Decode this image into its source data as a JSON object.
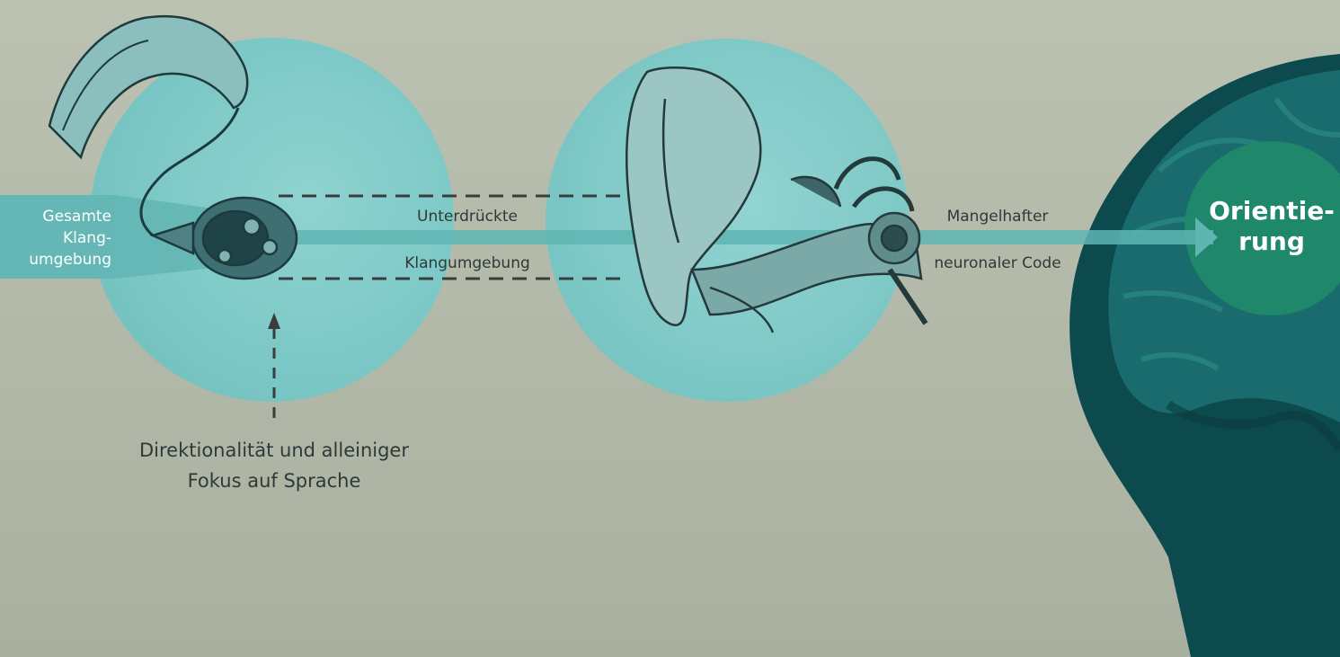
{
  "diagram": {
    "input_label": "Gesamte Klang-umgebung",
    "input_lines": [
      "Gesamte",
      "Klang-",
      "umgebung"
    ],
    "suppressed_label_line1": "Unterdrückte",
    "suppressed_label_line2": "Klangumgebung",
    "code_label_line1": "Mangelhafter",
    "code_label_line2": "neuronaler Code",
    "direction_label_line1": "Direktionalität und alleiniger",
    "direction_label_line2": "Fokus auf Sprache",
    "brain_label_lines": [
      "Orientie-",
      "rung"
    ]
  },
  "icons": {
    "hearing_aid": "hearing-aid-icon",
    "ear": "ear-anatomy-icon",
    "brain": "brain-head-icon"
  },
  "colors": {
    "background": "#b7bcad",
    "circle_teal": "#7cc8c6",
    "flow_teal": "#5fb5b2",
    "brain_dark": "#0d4a4e",
    "focus_green": "#1f8a6a",
    "dashed_line": "#3a3d3c"
  }
}
